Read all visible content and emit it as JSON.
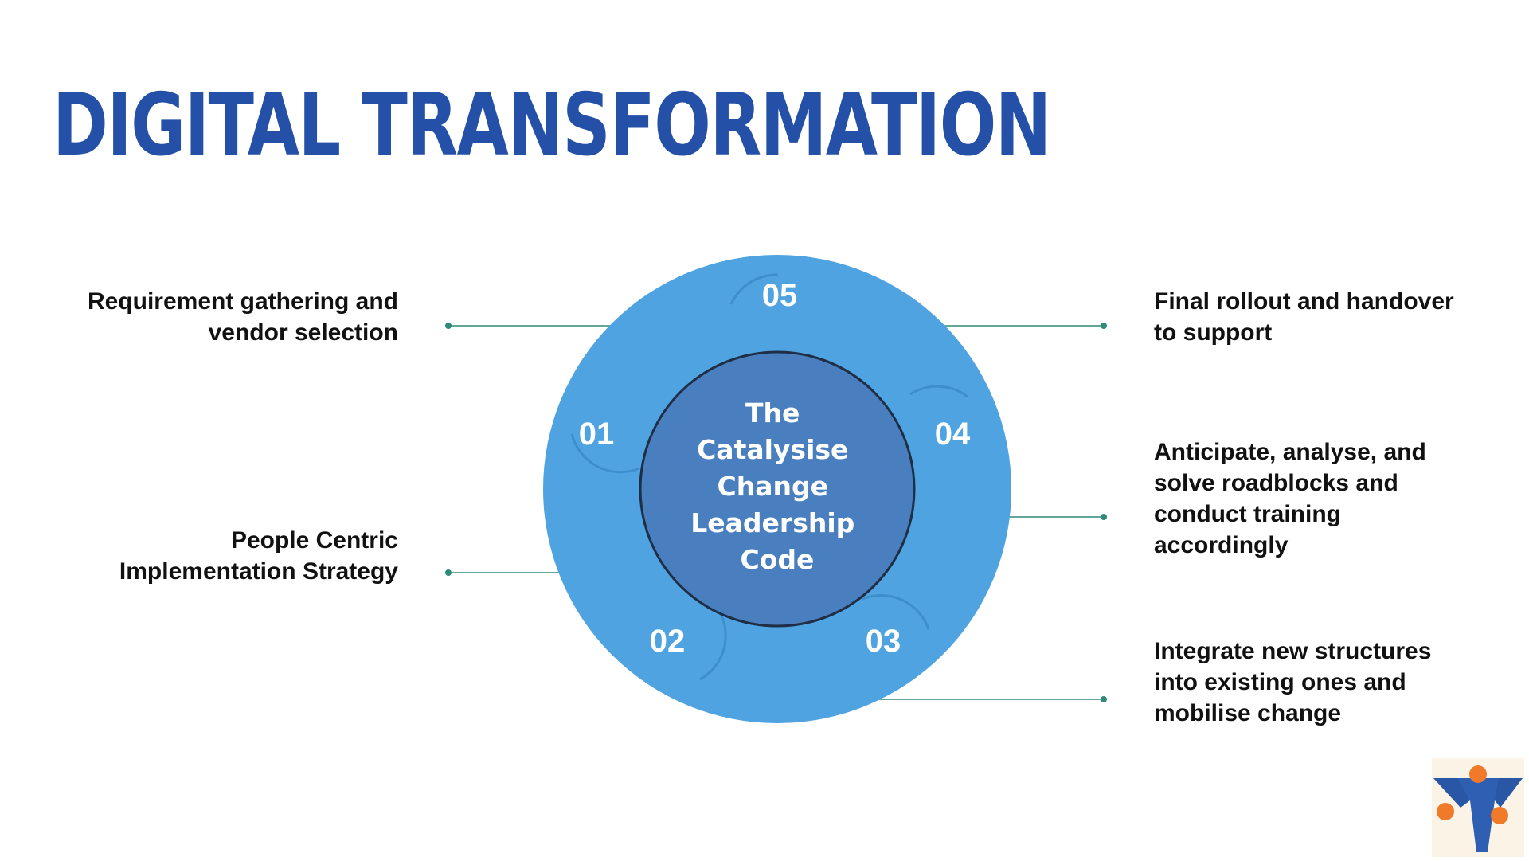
{
  "slide": {
    "title": "DIGITAL TRANSFORMATION"
  },
  "diagram": {
    "center_text": [
      "The",
      "Catalysise",
      "Change",
      "Leadership",
      "Code"
    ],
    "steps": [
      {
        "number": "01",
        "label_lines": [
          "Requirement gathering and",
          "vendor selection"
        ]
      },
      {
        "number": "02",
        "label_lines": [
          "People Centric",
          "Implementation Strategy"
        ]
      },
      {
        "number": "03",
        "label_lines": [
          "Integrate new structures",
          "into existing ones and",
          "mobilise change"
        ]
      },
      {
        "number": "04",
        "label_lines": [
          "Anticipate, analyse, and",
          "solve roadblocks and",
          "conduct training",
          "accordingly"
        ]
      },
      {
        "number": "05",
        "label_lines": [
          "Final rollout and handover",
          "to support"
        ]
      }
    ],
    "colors": {
      "ring": "#4fa3e0",
      "center": "#4a7fbf",
      "center_border": "#1f2d45",
      "connector": "#2f8a78"
    }
  },
  "logo": {
    "icon": "company-logo-icon",
    "colors": {
      "blue": "#2f5fb3",
      "orange": "#f07a2a",
      "background": "#fbf3e6"
    }
  }
}
